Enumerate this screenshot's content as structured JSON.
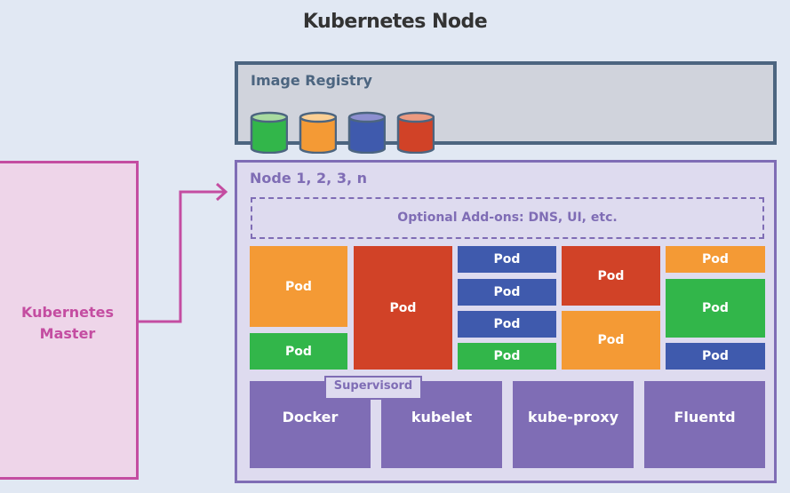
{
  "title": "Kubernetes Node",
  "registry": {
    "label": "Image Registry",
    "images": [
      {
        "color": "#32b64a",
        "top": "#a8dba0"
      },
      {
        "color": "#f49a35",
        "top": "#fbcf94"
      },
      {
        "color": "#3f5aad",
        "top": "#8d8fd0"
      },
      {
        "color": "#d14227",
        "top": "#ec9a80"
      }
    ]
  },
  "master": {
    "label_line1": "Kubernetes",
    "label_line2": "Master"
  },
  "node": {
    "label": "Node 1, 2, 3, n",
    "addons": "Optional Add-ons: DNS, UI, etc.",
    "pod_label": "Pod",
    "services": {
      "supervisord": "Supervisord",
      "docker": "Docker",
      "kubelet": "kubelet",
      "kube_proxy": "kube-proxy",
      "fluentd": "Fluentd"
    }
  },
  "colors": {
    "master": "#c44da1",
    "node": "#7f6db5",
    "registry": "#4c6580"
  }
}
